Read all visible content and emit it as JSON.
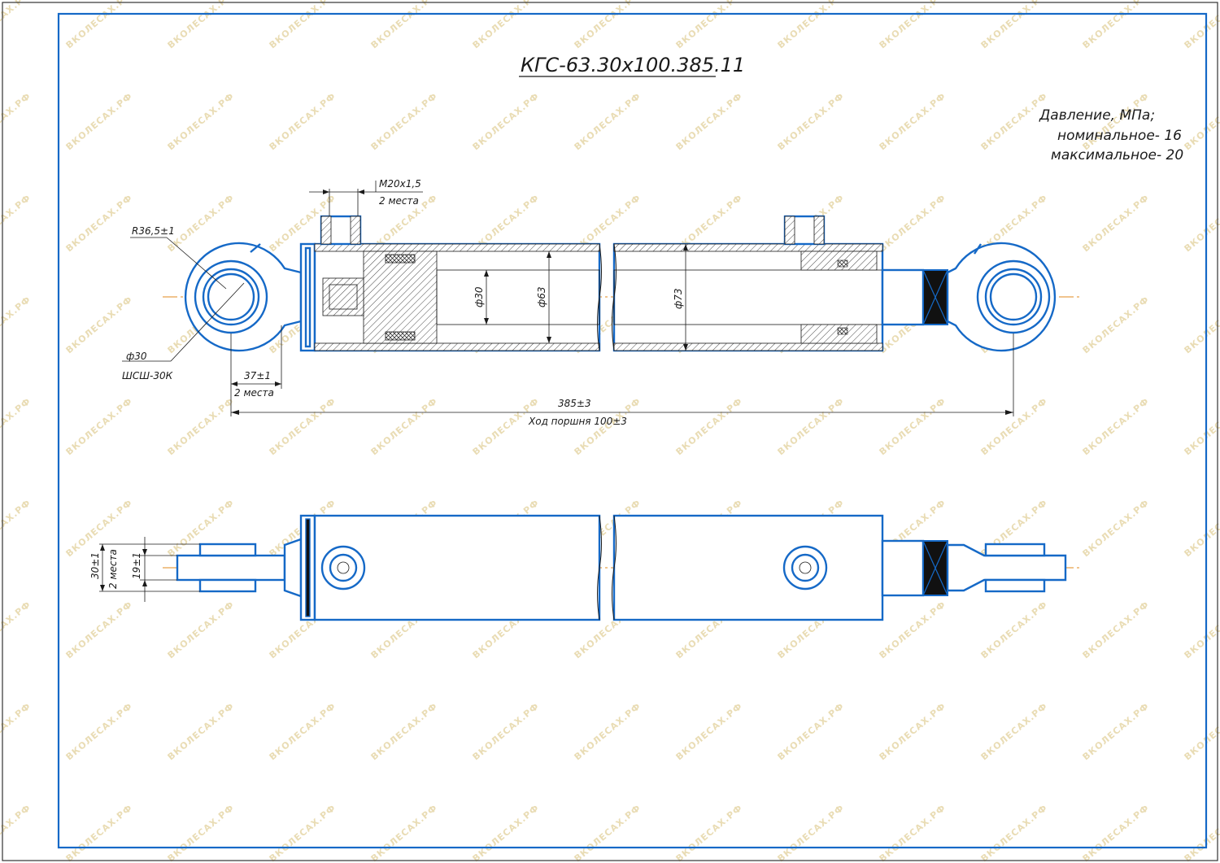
{
  "title": "КГС-63.30х100.385.11",
  "pressure": {
    "heading": "Давление, МПа;",
    "nominal": "номинальное- 16",
    "maximum": "максимальное- 20"
  },
  "dimensions": {
    "port_thread": "М20х1,5",
    "port_qty": "2 места",
    "eye_radius": "R36,5±1",
    "pin_diameter": "ф30",
    "bearing": "ШСШ-30К",
    "eye_offset": "37±1",
    "eye_offset_qty": "2 места",
    "rod_diameter": "ф30",
    "bore_diameter": "ф63",
    "outer_diameter": "ф73",
    "overall_length": "385±3",
    "stroke": "Ход поршня 100±3",
    "eye_width": "30±1",
    "eye_width_qty": "2 места",
    "lug_gap": "19±1"
  },
  "watermark_text": "ВКОЛЕСАХ.РФ",
  "colors": {
    "outline": "#1569c7",
    "axis": "#e08a1e",
    "dimension": "#1a1a1a",
    "watermark": "#e9dcb4"
  }
}
